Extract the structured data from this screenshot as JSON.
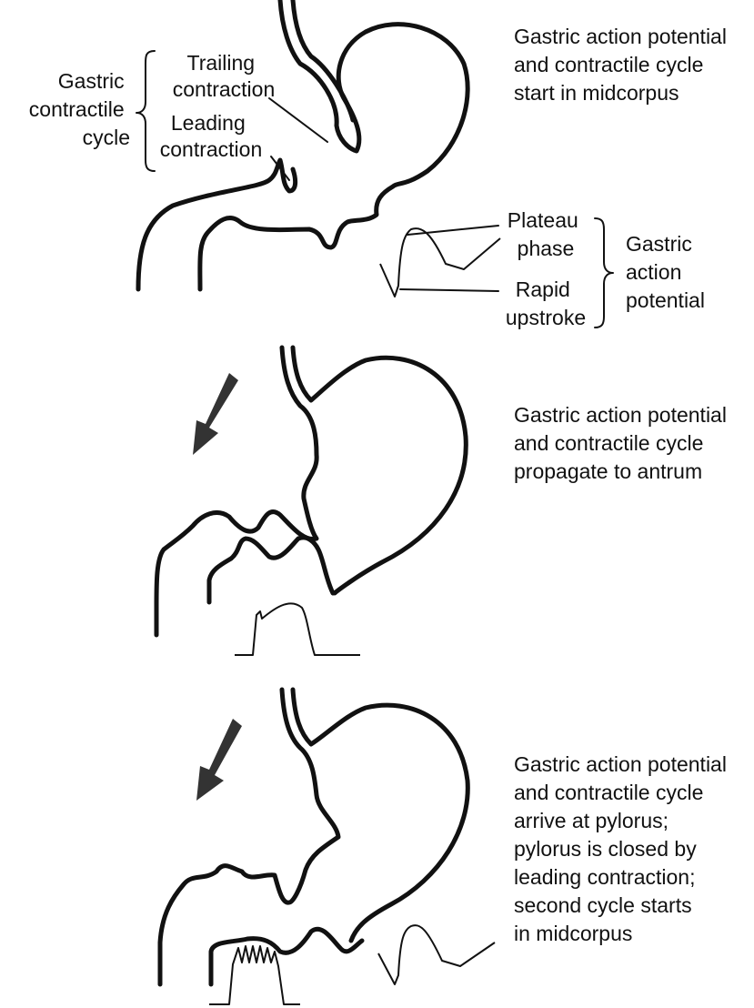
{
  "panel_1": {
    "caption": [
      "Gastric action potential",
      "and contractile cycle",
      "start in midcorpus"
    ],
    "cycle_group_label": [
      "Gastric",
      "contractile",
      "cycle"
    ],
    "trailing_label": [
      "Trailing",
      "contraction"
    ],
    "leading_label": [
      "Leading",
      "contraction"
    ],
    "plateau_label": [
      "Plateau",
      "phase"
    ],
    "upstroke_label": [
      "Rapid",
      "upstroke"
    ],
    "potential_group_label": [
      "Gastric",
      "action",
      "potential"
    ]
  },
  "panel_2": {
    "caption": [
      "Gastric action potential",
      "and contractile cycle",
      "propagate to antrum"
    ]
  },
  "panel_3": {
    "caption": [
      "Gastric action potential",
      "and contractile cycle",
      "arrive at pylorus;",
      "pylorus is closed by",
      "leading contraction;",
      "second cycle starts",
      "in midcorpus"
    ]
  }
}
